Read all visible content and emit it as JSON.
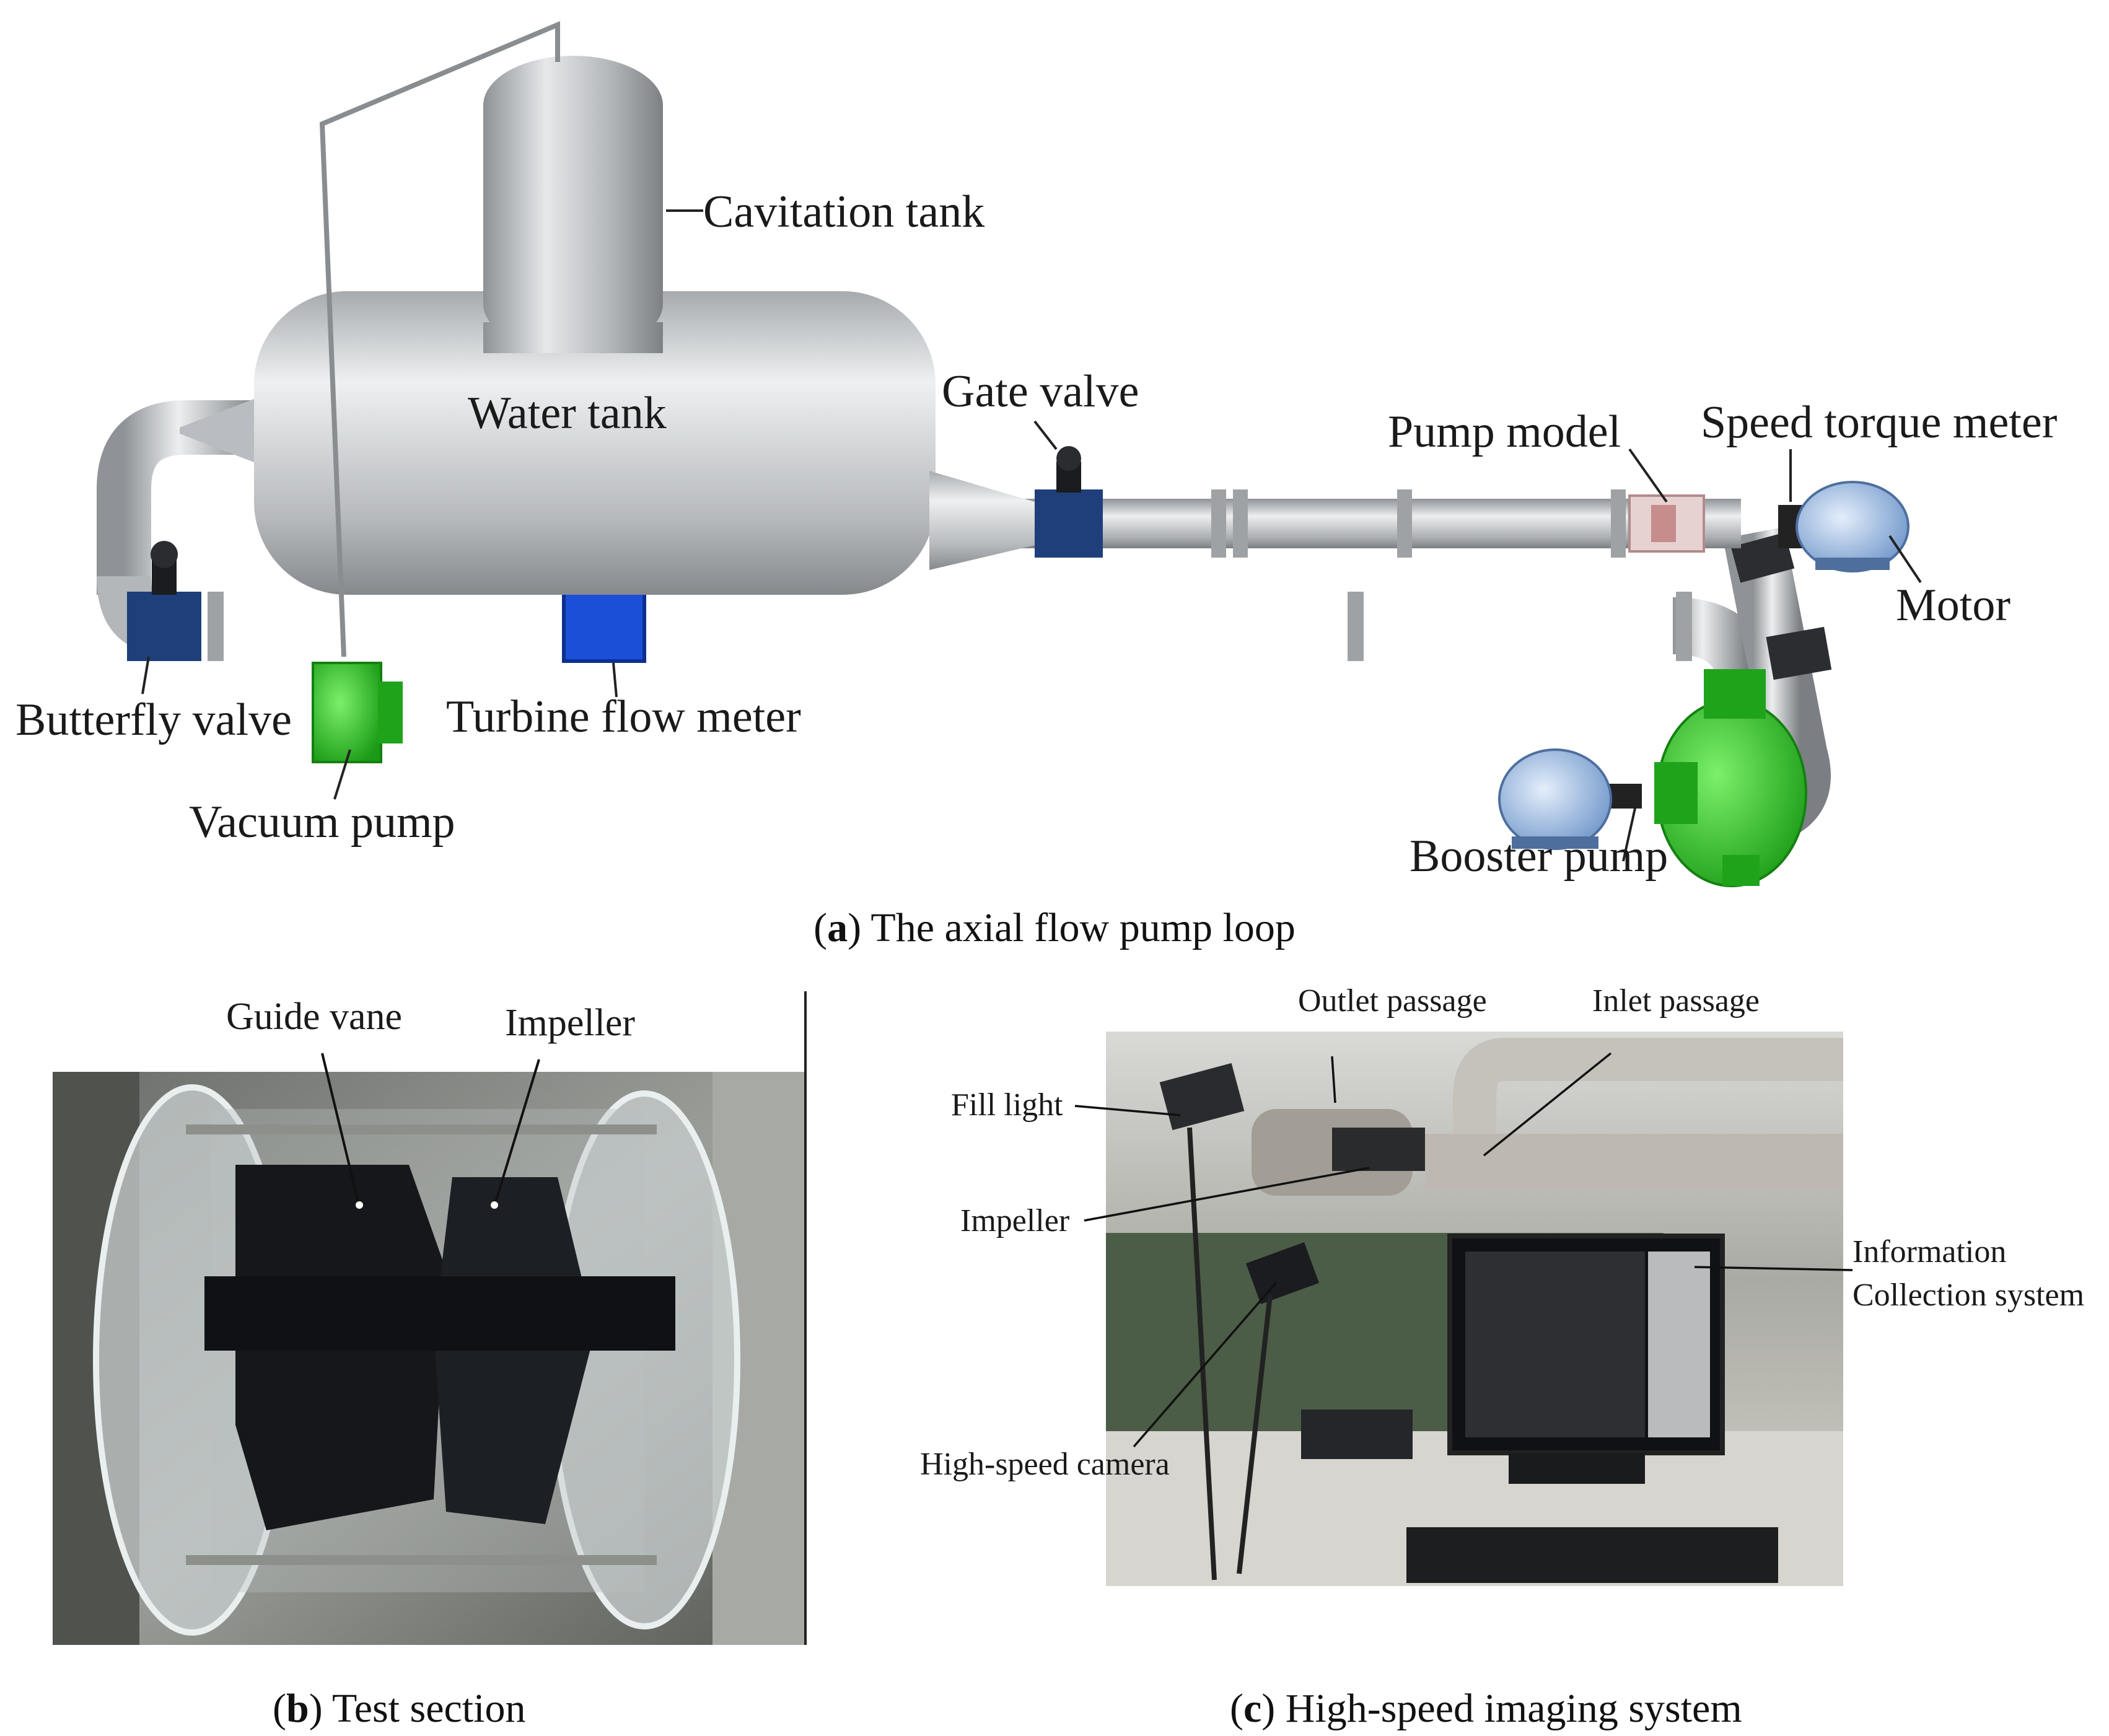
{
  "panel_a": {
    "labels": {
      "cavitation_tank": "Cavitation tank",
      "water_tank": "Water tank",
      "gate_valve": "Gate valve",
      "pump_model": "Pump model",
      "speed_torque_meter": "Speed torque meter",
      "motor": "Motor",
      "butterfly_valve": "Butterfly valve",
      "turbine_flow_meter": "Turbine flow meter",
      "vacuum_pump": "Vacuum pump",
      "booster_pump": "Booster pump"
    },
    "caption_letter": "a",
    "caption_text": "The axial flow pump loop"
  },
  "panel_b": {
    "labels": {
      "guide_vane": "Guide vane",
      "impeller": "Impeller"
    },
    "caption_letter": "b",
    "caption_text": "Test section"
  },
  "panel_c": {
    "labels": {
      "outlet_passage": "Outlet passage",
      "inlet_passage": "Inlet passage",
      "fill_light": "Fill light",
      "impeller": "Impeller",
      "information_line1": "Information",
      "information_line2": "Collection system",
      "high_speed_camera": "High-speed camera"
    },
    "caption_letter": "c",
    "caption_text": "High-speed imaging system"
  },
  "colors": {
    "steel": "#b9bcc0",
    "valve_blue": "#1f3f7a",
    "flow_meter_blue": "#1c4fd8",
    "pump_green": "#22c41f",
    "motor_blue": "#8fb5e6"
  }
}
